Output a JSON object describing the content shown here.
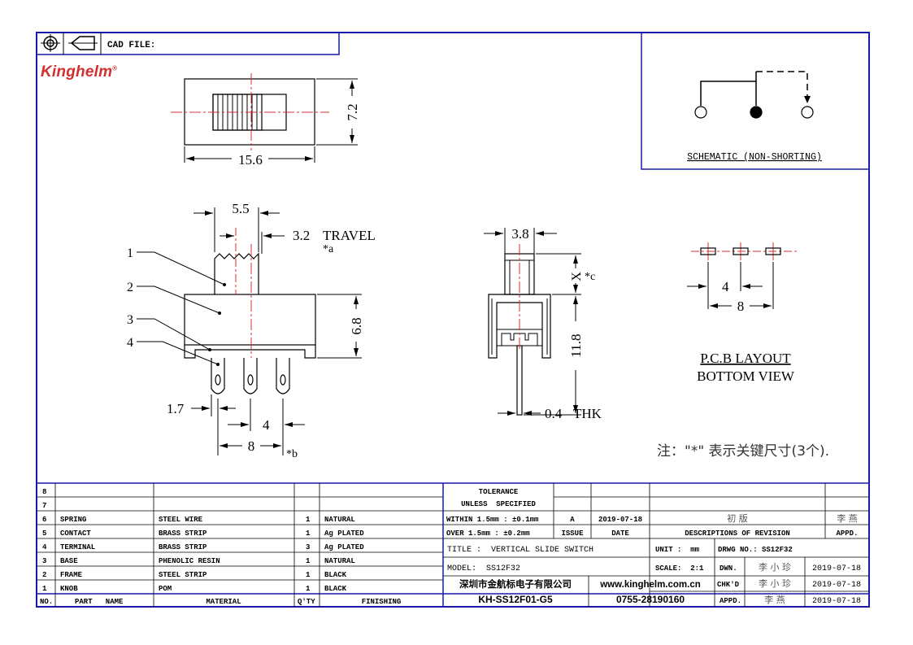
{
  "header": {
    "cad_label": "CAD FILE:",
    "logo_text": "Kinghelm",
    "logo_mark": "®"
  },
  "top_view": {
    "width_dim": "15.6",
    "height_dim": "7.2"
  },
  "front_view": {
    "knob_width_dim": "5.5",
    "travel_dim": "3.2",
    "travel_label": "TRAVEL",
    "travel_note": "*a",
    "body_height_dim": "6.8",
    "pin_offset_dim": "1.7",
    "pin_pitch_dim": "4",
    "pin_span_dim": "8",
    "pin_span_note": "*b",
    "callouts": [
      "1",
      "2",
      "3",
      "4"
    ]
  },
  "side_view": {
    "knob_width_dim": "3.8",
    "x_dim": "X",
    "x_note": "*c",
    "height_dim": "11.8",
    "thickness_dim": "0.4",
    "thickness_label": "THK"
  },
  "pcb_layout": {
    "pitch_dim": "4",
    "span_dim": "8",
    "title": "P.C.B LAYOUT",
    "subtitle": "BOTTOM VIEW"
  },
  "schematic": {
    "caption": "SCHEMATIC (NON-SHORTING)"
  },
  "note": {
    "text": "注：\"*\" 表示关键尺寸(3个)."
  },
  "bom": {
    "header": {
      "no": "NO.",
      "part": "PART   NAME",
      "material": "MATERIAL",
      "qty": "Q'TY",
      "finishing": "FINISHING"
    },
    "rows": [
      {
        "no": "8",
        "part": "",
        "material": "",
        "qty": "",
        "finishing": ""
      },
      {
        "no": "7",
        "part": "",
        "material": "",
        "qty": "",
        "finishing": ""
      },
      {
        "no": "6",
        "part": "SPRING",
        "material": "STEEL WIRE",
        "qty": "1",
        "finishing": "NATURAL"
      },
      {
        "no": "5",
        "part": "CONTACT",
        "material": "BRASS STRIP",
        "qty": "1",
        "finishing": "Ag PLATED"
      },
      {
        "no": "4",
        "part": "TERMINAL",
        "material": "BRASS STRIP",
        "qty": "3",
        "finishing": "Ag PLATED"
      },
      {
        "no": "3",
        "part": "BASE",
        "material": "PHENOLIC RESIN",
        "qty": "1",
        "finishing": "NATURAL"
      },
      {
        "no": "2",
        "part": "FRAME",
        "material": "STEEL STRIP",
        "qty": "1",
        "finishing": "BLACK"
      },
      {
        "no": "1",
        "part": "KNOB",
        "material": "POM",
        "qty": "1",
        "finishing": "BLACK"
      }
    ]
  },
  "tolerance": {
    "title1": "TOLERANCE",
    "title2": "UNLESS  SPECIFIED",
    "line1": "WITHIN 1.5mm : ±0.1mm",
    "line2": "OVER 1.5mm : ±0.2mm"
  },
  "revision": {
    "issue": "A",
    "date": "2019-07-18",
    "desc": "初  版",
    "appd": "李 燕",
    "issue_label": "ISSUE",
    "date_label": "DATE",
    "desc_label": "DESCRIPTIONS OF REVISION",
    "appd_label": "APPD."
  },
  "title_block": {
    "title": "TITLE :  VERTICAL SLIDE SWITCH",
    "unit": "UNIT :  mm",
    "drwg": "DRWG NO.: SS12F32",
    "model": "MODEL:  SS12F32",
    "scale": "SCALE:  2:1",
    "dwn_label": "DWN.",
    "dwn_name": "李 小 珍",
    "dwn_date": "2019-07-18",
    "company": "深圳市金航标电子有限公司",
    "website": "www.kinghelm.com.cn",
    "chk_label": "CHK'D",
    "chk_name": "李 小 珍",
    "chk_date": "2019-07-18",
    "part_no": "KH-SS12F01-G5",
    "phone": "0755-28190160",
    "appd_label": "APPD.",
    "appd_name": "李 燕",
    "appd_date": "2019-07-18"
  },
  "colors": {
    "border": "#1a1aa8",
    "center_line": "#d32f2f",
    "logo": "#d32f2f"
  }
}
